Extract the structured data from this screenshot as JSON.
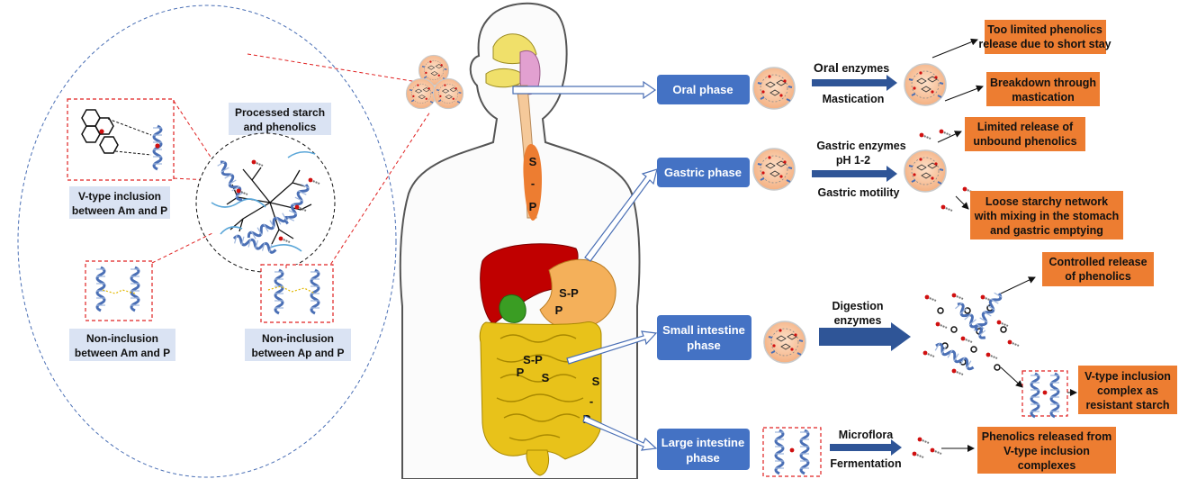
{
  "colors": {
    "phase_box": "#4472c4",
    "outcome_box": "#ed7d31",
    "label_box": "#dae3f3",
    "red_dashed": "#e02020",
    "blue_dashed": "#4a6fb5",
    "arrow_blue": "#2f5597",
    "granule": "#f4b183",
    "esophagus": "#ed7d31",
    "liver": "#c00000",
    "intestine": "#e8c21a",
    "gallbladder": "#3a9d23"
  },
  "inset": {
    "center_title": [
      "Processed starch",
      "and phenolics"
    ],
    "vtype_label": [
      "V-type inclusion",
      "between Am and P"
    ],
    "noninc_am_label": [
      "Non-inclusion",
      "between Am and P"
    ],
    "noninc_ap_label": [
      "Non-inclusion",
      "between Ap and P"
    ]
  },
  "body_labels": {
    "esophagus_top": "S",
    "esophagus_mid": "-",
    "esophagus_bot": "P",
    "stomach_sp": "S-P",
    "stomach_p": "P",
    "intestine_sp": "S-P",
    "intestine_p": "P",
    "intestine_s": "S",
    "colon_s": "S",
    "colon_dash": "-",
    "colon_p": "P"
  },
  "phases": [
    {
      "id": "oral",
      "label": [
        "Oral phase"
      ]
    },
    {
      "id": "gastric",
      "label": [
        "Gastric phase"
      ]
    },
    {
      "id": "small",
      "label": [
        "Small intestine",
        "phase"
      ]
    },
    {
      "id": "large",
      "label": [
        "Large intestine",
        "phase"
      ]
    }
  ],
  "conditions": {
    "oral_top_bold": "Oral",
    "oral_top_rest": " enzymes",
    "oral_bottom": "Mastication",
    "gastric_top": "Gastric enzymes",
    "gastric_ph": "pH 1-2",
    "gastric_bottom": "Gastric motility",
    "small_top": [
      "Digestion",
      "enzymes"
    ],
    "large_top": "Microflora",
    "large_bottom": "Fermentation"
  },
  "outcomes": [
    {
      "id": "oral1",
      "lines": [
        "Too limited phenolics",
        "release due to short stay"
      ]
    },
    {
      "id": "oral2",
      "lines": [
        "Breakdown through",
        "mastication"
      ]
    },
    {
      "id": "gastric1",
      "lines": [
        "Limited release of",
        "unbound phenolics"
      ]
    },
    {
      "id": "gastric2",
      "lines": [
        "Loose starchy network",
        "with mixing in the stomach",
        "and gastric emptying"
      ]
    },
    {
      "id": "small1",
      "lines": [
        "Controlled release",
        "of phenolics"
      ]
    },
    {
      "id": "small2",
      "lines": [
        "V-type inclusion",
        "complex as",
        "resistant starch"
      ]
    },
    {
      "id": "large1",
      "lines": [
        "Phenolics released from",
        "V-type inclusion",
        "complexes"
      ]
    }
  ]
}
